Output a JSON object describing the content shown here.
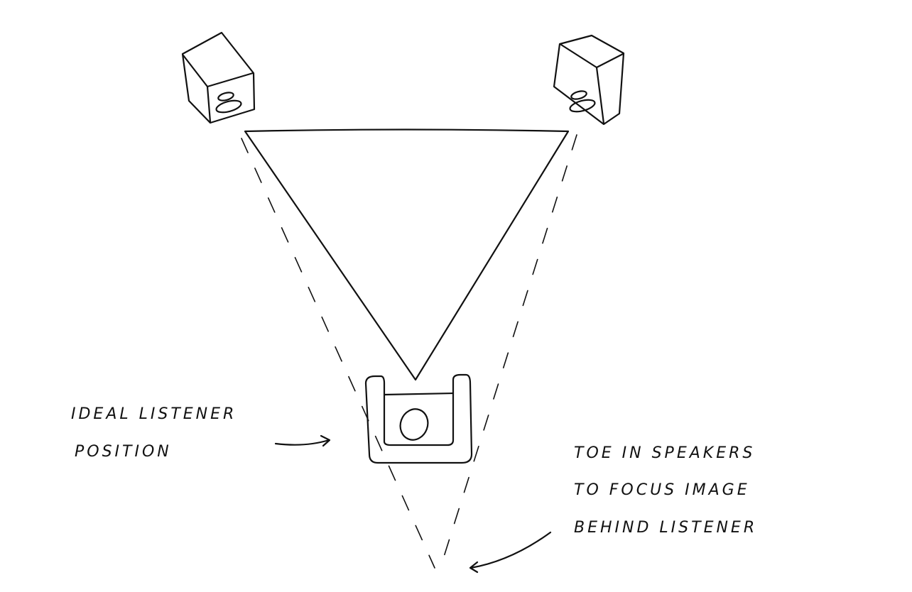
{
  "diagram": {
    "labels": {
      "listener_line1": "IDEAL LISTENER",
      "listener_line2": "POSITION",
      "toe_line1": "TOE IN SPEAKERS",
      "toe_line2": "TO FOCUS IMAGE",
      "toe_line3": "BEHIND LISTENER"
    },
    "ink_color": "#111111",
    "background_color": "#ffffff"
  }
}
